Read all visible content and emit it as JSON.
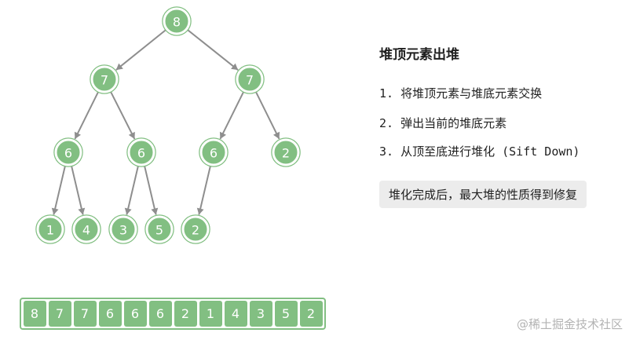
{
  "tree": {
    "nodes": [
      {
        "id": "n0",
        "label": "8"
      },
      {
        "id": "n1",
        "label": "7"
      },
      {
        "id": "n2",
        "label": "7"
      },
      {
        "id": "n3",
        "label": "6"
      },
      {
        "id": "n4",
        "label": "6"
      },
      {
        "id": "n5",
        "label": "6"
      },
      {
        "id": "n6",
        "label": "2"
      },
      {
        "id": "n7",
        "label": "1"
      },
      {
        "id": "n8",
        "label": "4"
      },
      {
        "id": "n9",
        "label": "3"
      },
      {
        "id": "n10",
        "label": "5"
      },
      {
        "id": "n11",
        "label": "2"
      }
    ],
    "edges": [
      [
        "n0",
        "n1"
      ],
      [
        "n0",
        "n2"
      ],
      [
        "n1",
        "n3"
      ],
      [
        "n1",
        "n4"
      ],
      [
        "n2",
        "n5"
      ],
      [
        "n2",
        "n6"
      ],
      [
        "n3",
        "n7"
      ],
      [
        "n3",
        "n8"
      ],
      [
        "n4",
        "n9"
      ],
      [
        "n4",
        "n10"
      ],
      [
        "n5",
        "n11"
      ]
    ]
  },
  "panel": {
    "title": "堆顶元素出堆",
    "steps": [
      "1. 将堆顶元素与堆底元素交换",
      "2. 弹出当前的堆底元素",
      "3. 从顶至底进行堆化 (Sift Down)"
    ],
    "note": "堆化完成后，最大堆的性质得到修复"
  },
  "array": [
    "8",
    "7",
    "7",
    "6",
    "6",
    "6",
    "2",
    "1",
    "4",
    "3",
    "5",
    "2"
  ],
  "watermark": "@稀土掘金技术社区",
  "colors": {
    "node_fill": "#82bf82",
    "edge": "#8e8e8e",
    "note_bg": "#ececec"
  }
}
